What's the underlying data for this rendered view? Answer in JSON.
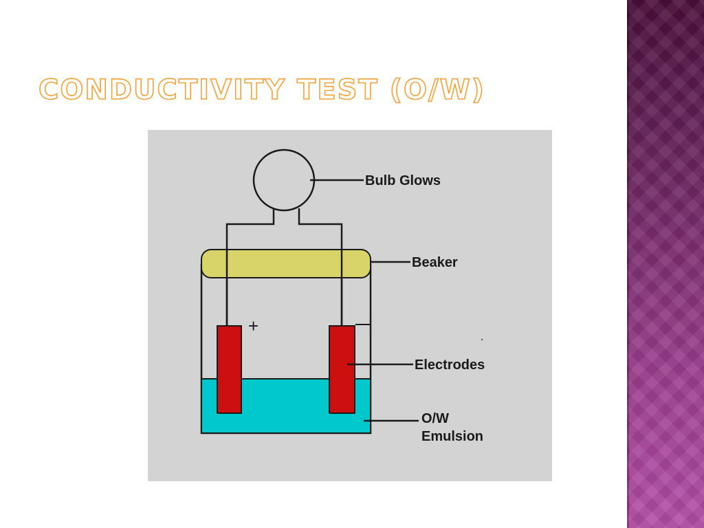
{
  "slide": {
    "title": "Conductivity Test (O/W)"
  },
  "diagram": {
    "labels": {
      "bulb": "Bulb Glows",
      "beaker": "Beaker",
      "electrodes": "Electrodes",
      "emulsion_line1": "O/W",
      "emulsion_line2": "Emulsion"
    },
    "polarity_sign": "+",
    "colors": {
      "panel_background": "#d3d3d3",
      "beaker_band": "#d8d46a",
      "electrode": "#cc1010",
      "emulsion_liquid": "#00c8cc",
      "title_outline": "#f0a23a",
      "side_band": "#8a3480"
    }
  }
}
